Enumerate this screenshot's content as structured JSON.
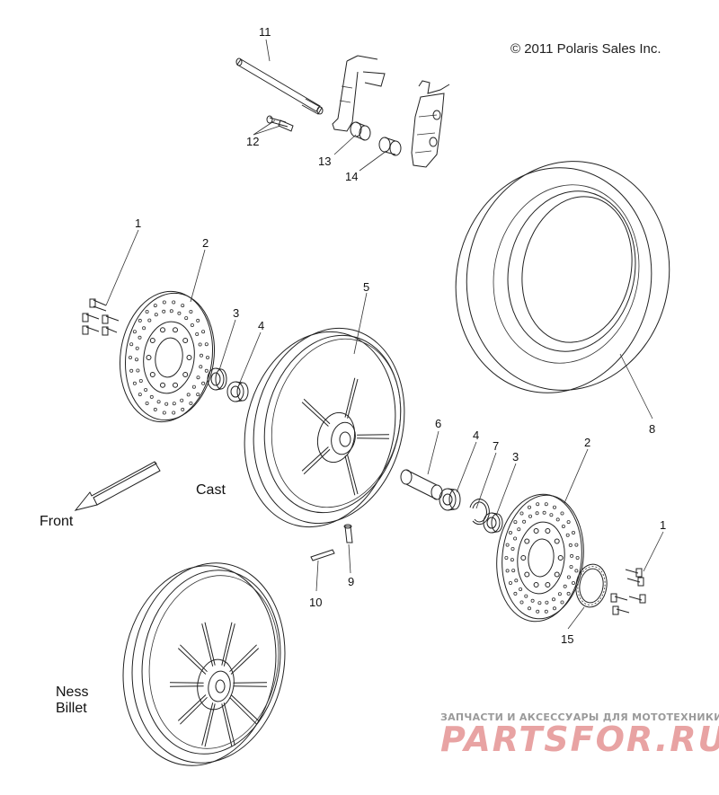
{
  "copyright": "© 2011 Polaris Sales Inc.",
  "callouts": [
    "1",
    "2",
    "3",
    "4",
    "5",
    "6",
    "7",
    "8",
    "9",
    "10",
    "11",
    "12",
    "13",
    "14",
    "15",
    "1",
    "2",
    "3",
    "4"
  ],
  "labels": {
    "cast": "Cast",
    "front": "Front",
    "ness_line1": "Ness",
    "ness_line2": "Billet"
  },
  "watermark": {
    "tagline": "ЗАПЧАСТИ И АКСЕССУАРЫ ДЛЯ МОТОТЕХНИКИ",
    "brand": "PARTSFOR.RU"
  },
  "colors": {
    "line": "#222222",
    "watermark_brand": "#e8a3a3",
    "watermark_tagline": "#9a9a9a"
  }
}
